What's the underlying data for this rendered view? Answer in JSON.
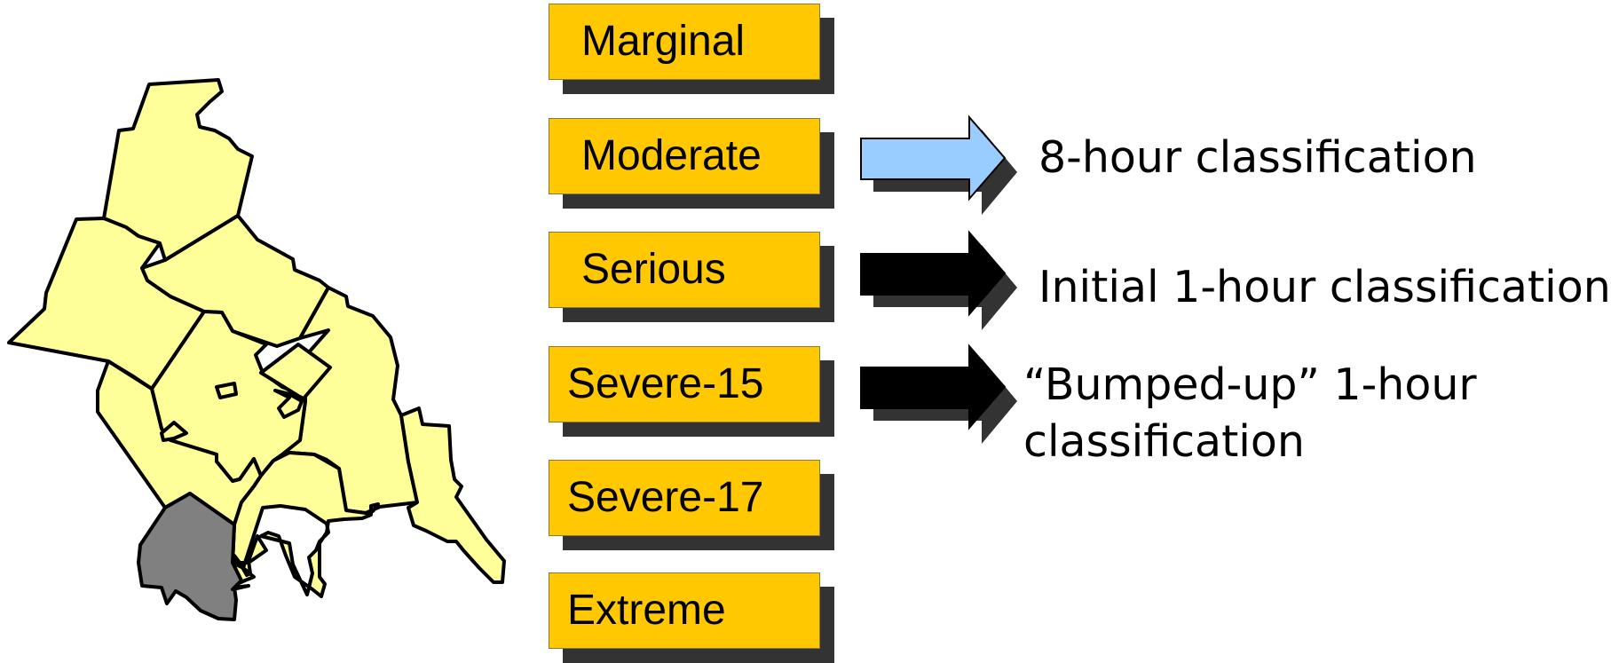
{
  "classifications": [
    {
      "name": "Marginal"
    },
    {
      "name": "Moderate"
    },
    {
      "name": "Serious"
    },
    {
      "name": "Severe-15"
    },
    {
      "name": "Severe-17"
    },
    {
      "name": "Extreme"
    }
  ],
  "arrows": [
    {
      "points_to": "Moderate",
      "color": "#99ccff",
      "text": "8-hour classification"
    },
    {
      "points_to": "Serious",
      "color": "#000000",
      "text": "Initial 1-hour classification"
    },
    {
      "points_to": "Severe-15",
      "color": "#000000",
      "text_line1": "“Bumped-up” 1-hour",
      "text_line2": "classification"
    }
  ],
  "colors": {
    "box_fill": "#ffc800",
    "box_shadow": "#333333",
    "map_fill": "#ffff99",
    "map_highlight": "#808080"
  }
}
